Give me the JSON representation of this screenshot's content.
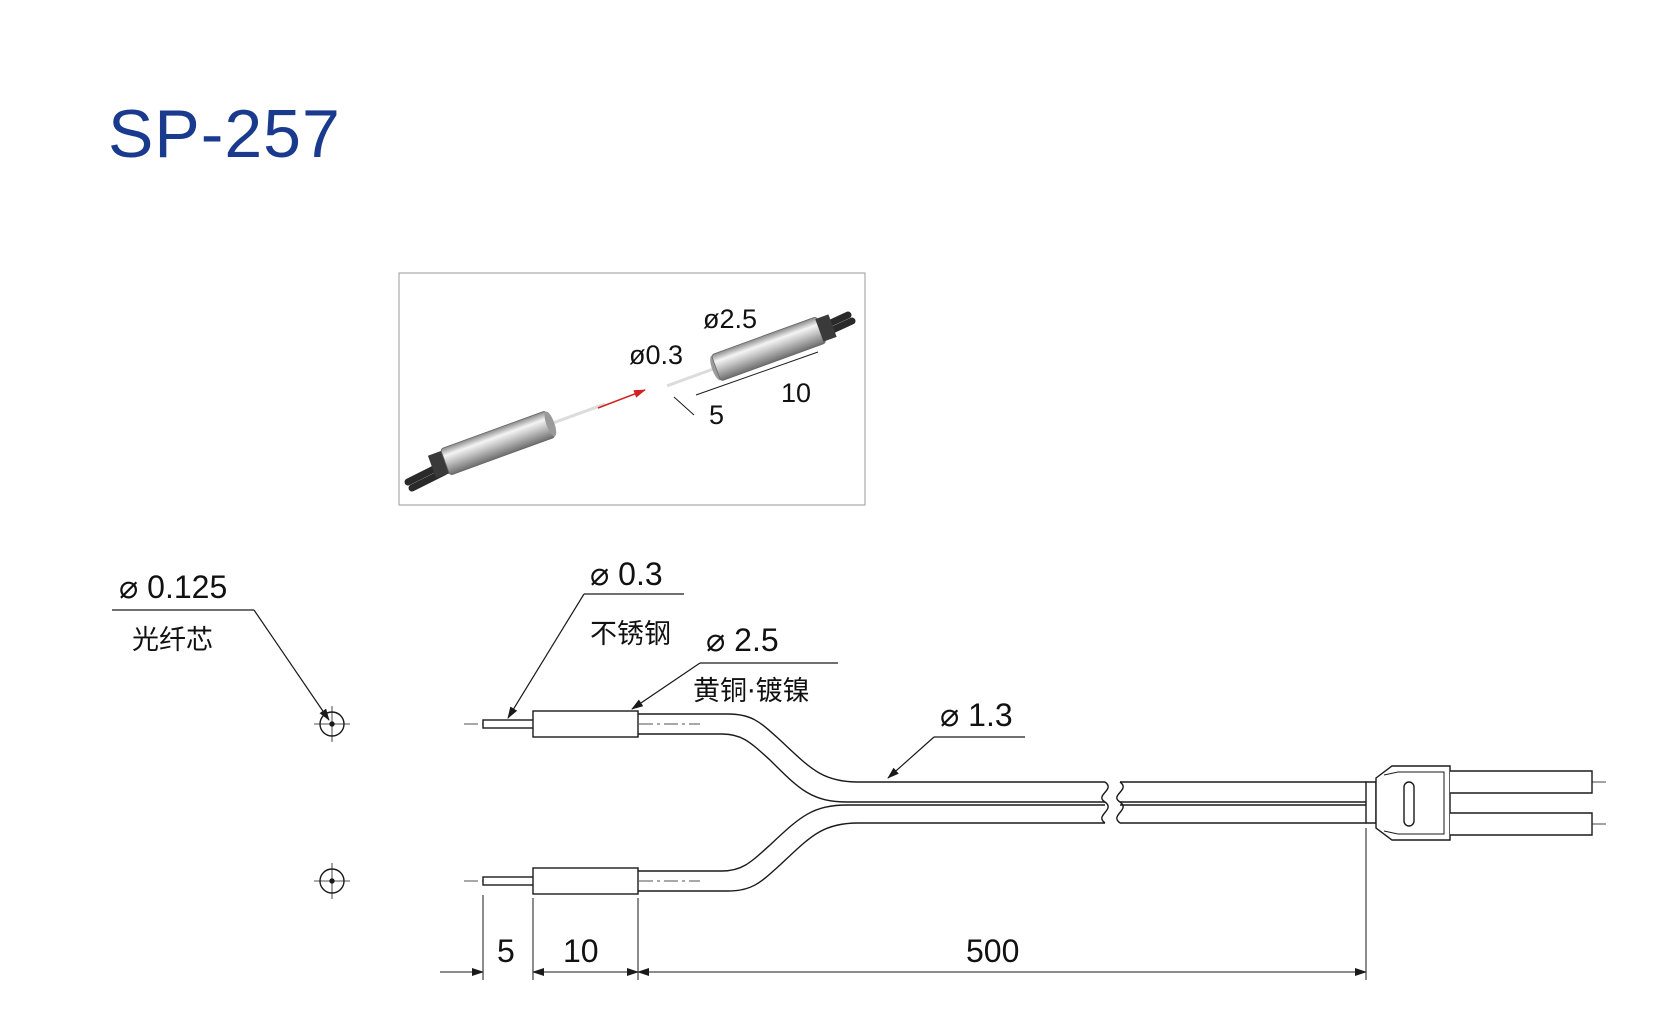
{
  "title": "SP-257",
  "colors": {
    "title": "#1a3a8e",
    "line": "#1a1a1a",
    "arrow": "#d32020",
    "frame": "#9a9a9a"
  },
  "photo_inset": {
    "tip_diameter": "ø0.3",
    "sleeve_diameter": "ø2.5",
    "tip_length": "5",
    "sleeve_length": "10"
  },
  "core": {
    "diameter": "⌀ 0.125",
    "material": "光纤芯"
  },
  "tip": {
    "diameter": "⌀ 0.3",
    "material": "不锈钢"
  },
  "sleeve": {
    "diameter": "⌀ 2.5",
    "material": "黄铜·镀镍"
  },
  "cable": {
    "diameter": "⌀ 1.3"
  },
  "dimensions": {
    "tip_length": "5",
    "sleeve_length": "10",
    "cable_length": "500"
  }
}
